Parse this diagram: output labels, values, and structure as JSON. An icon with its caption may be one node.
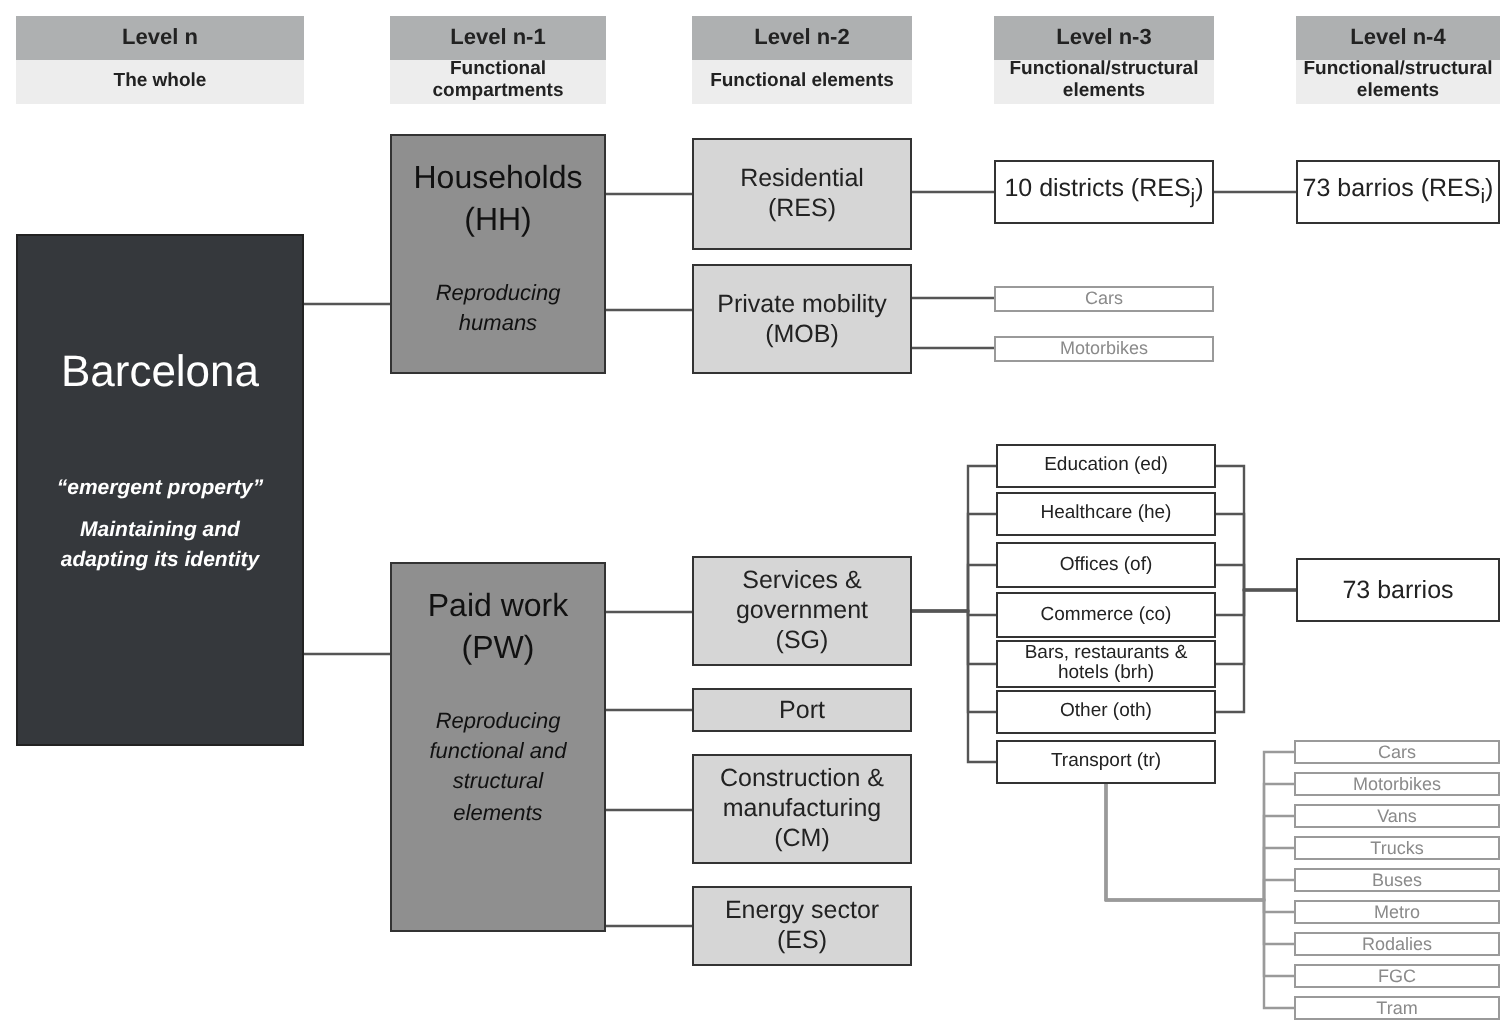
{
  "diagram": {
    "nodes": [
      {
        "text": [
          "Level n",
          "The whole"
        ]
      },
      {
        "text": [
          "Level n-1",
          "Functional compartments"
        ]
      },
      {
        "text": [
          "Level n-2",
          "Functional elements"
        ]
      },
      {
        "text": [
          "Level n-3",
          "Functional/structural elements"
        ]
      },
      {
        "text": [
          "Level n-4",
          "Functional/structural elements"
        ]
      },
      {
        "text": [
          "Barcelona",
          "“emergent property”",
          "Maintaining and adapting its identity"
        ]
      },
      {
        "text": [
          "Households (HH)",
          "Reproducing humans"
        ]
      },
      {
        "text": [
          "Paid work (PW)",
          "Reproducing functional and structural elements"
        ]
      },
      {
        "text": [
          "Residential (RES)"
        ]
      },
      {
        "text": [
          "Private mobility (MOB)"
        ]
      },
      {
        "text": [
          "Services & government (SG)"
        ]
      },
      {
        "text": [
          "Port"
        ]
      },
      {
        "text": [
          "Construction & manufacturing (CM)"
        ]
      },
      {
        "text": [
          "Energy sector (ES)"
        ]
      },
      {
        "text": [
          "10 districts (RES$_{j}$)"
        ]
      },
      {
        "text": [
          "73 barrios (RES$_{i}$)"
        ]
      },
      {
        "text": [
          "Cars"
        ]
      },
      {
        "text": [
          "Motorbikes"
        ]
      },
      {
        "text": [
          "Education (ed)"
        ]
      },
      {
        "text": [
          "Healthcare (he)"
        ]
      },
      {
        "text": [
          "Offices (of)"
        ]
      },
      {
        "text": [
          "Commerce (co)"
        ]
      },
      {
        "text": [
          "Bars, restaurants & hotels (brh)"
        ]
      },
      {
        "text": [
          "Other (oth)"
        ]
      },
      {
        "text": [
          "Transport (tr)"
        ]
      },
      {
        "text": [
          "73 barrios"
        ]
      },
      {
        "text": [
          "Cars"
        ]
      },
      {
        "text": [
          "Motorbikes"
        ]
      },
      {
        "text": [
          "Vans"
        ]
      },
      {
        "text": [
          "Trucks"
        ]
      },
      {
        "text": [
          "Buses"
        ]
      },
      {
        "text": [
          "Metro"
        ]
      },
      {
        "text": [
          "Rodalies"
        ]
      },
      {
        "text": [
          "FGC"
        ]
      },
      {
        "text": [
          "Tram"
        ]
      }
    ],
    "edges": [
      {
        "from": 5,
        "to": 6,
        "arrow": "none"
      },
      {
        "from": 5,
        "to": 7,
        "arrow": "none"
      },
      {
        "from": 6,
        "to": 8,
        "arrow": "none"
      },
      {
        "from": 6,
        "to": 9,
        "arrow": "none"
      },
      {
        "from": 7,
        "to": 10,
        "arrow": "none"
      },
      {
        "from": 7,
        "to": 11,
        "arrow": "none"
      },
      {
        "from": 7,
        "to": 12,
        "arrow": "none"
      },
      {
        "from": 7,
        "to": 13,
        "arrow": "none"
      },
      {
        "from": 8,
        "to": 14,
        "arrow": "none"
      },
      {
        "from": 14,
        "to": 15,
        "arrow": "none"
      },
      {
        "from": 9,
        "to": 16,
        "arrow": "none"
      },
      {
        "from": 9,
        "to": 17,
        "arrow": "none"
      },
      {
        "from": 10,
        "to": 18,
        "arrow": "none"
      },
      {
        "from": 10,
        "to": 19,
        "arrow": "none"
      },
      {
        "from": 10,
        "to": 20,
        "arrow": "none"
      },
      {
        "from": 10,
        "to": 21,
        "arrow": "none"
      },
      {
        "from": 10,
        "to": 22,
        "arrow": "none"
      },
      {
        "from": 10,
        "to": 23,
        "arrow": "none"
      },
      {
        "from": 10,
        "to": 24,
        "arrow": "none"
      },
      {
        "from": 18,
        "to": 25,
        "arrow": "none"
      },
      {
        "from": 19,
        "to": 25,
        "arrow": "none"
      },
      {
        "from": 20,
        "to": 25,
        "arrow": "none"
      },
      {
        "from": 21,
        "to": 25,
        "arrow": "none"
      },
      {
        "from": 22,
        "to": 25,
        "arrow": "none"
      },
      {
        "from": 23,
        "to": 25,
        "arrow": "none"
      },
      {
        "from": 24,
        "to": 26,
        "arrow": "none",
        "color": "#9a9a9a"
      },
      {
        "from": 24,
        "to": 27,
        "arrow": "none",
        "color": "#9a9a9a"
      },
      {
        "from": 24,
        "to": 28,
        "arrow": "none",
        "color": "#9a9a9a"
      },
      {
        "from": 24,
        "to": 29,
        "arrow": "none",
        "color": "#9a9a9a"
      },
      {
        "from": 24,
        "to": 30,
        "arrow": "none",
        "color": "#9a9a9a"
      },
      {
        "from": 24,
        "to": 31,
        "arrow": "none",
        "color": "#9a9a9a"
      },
      {
        "from": 24,
        "to": 32,
        "arrow": "none",
        "color": "#9a9a9a"
      },
      {
        "from": 24,
        "to": 33,
        "arrow": "none",
        "color": "#9a9a9a"
      },
      {
        "from": 24,
        "to": 34,
        "arrow": "none",
        "color": "#9a9a9a"
      }
    ]
  }
}
